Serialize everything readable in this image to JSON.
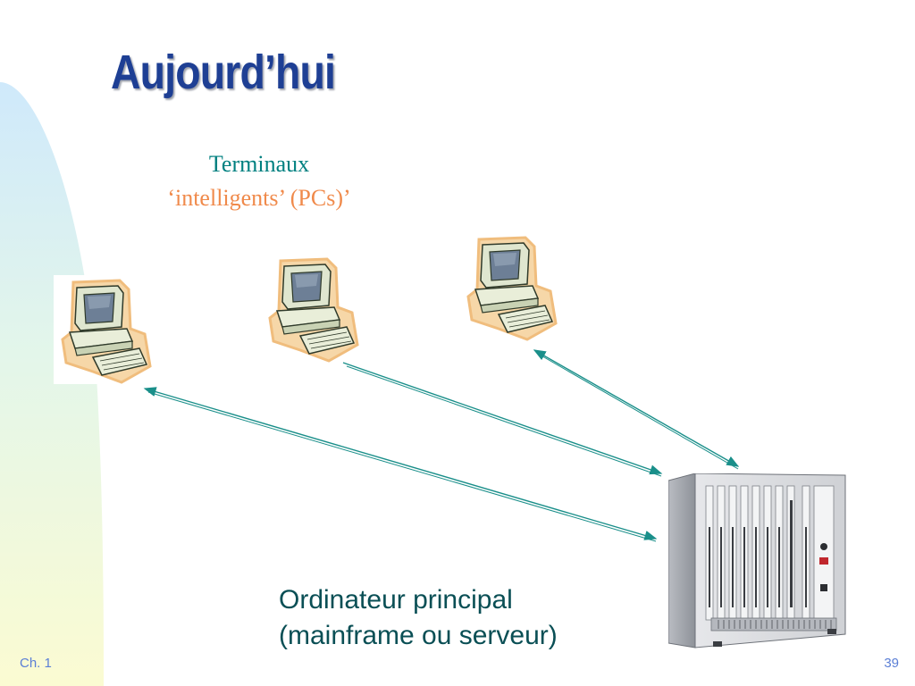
{
  "slide": {
    "title": "Aujourd’hui",
    "terminals_label_line1": "Terminaux",
    "terminals_label_line2": "‘intelligents’ (PCs)’",
    "caption_line1": "Ordinateur principal",
    "caption_line2": "(mainframe ou serveur)",
    "footer_left": "Ch. 1",
    "footer_right": "39"
  },
  "colors": {
    "title": "#1e3f94",
    "terminals_label": "#008080",
    "terminals_sublabel": "#f08a4b",
    "caption": "#0a4f55",
    "footer": "#5b7fd6",
    "link": "#1a8f8a"
  },
  "icons": {
    "terminal": "computer-terminal-icon",
    "server": "rack-server-icon"
  }
}
